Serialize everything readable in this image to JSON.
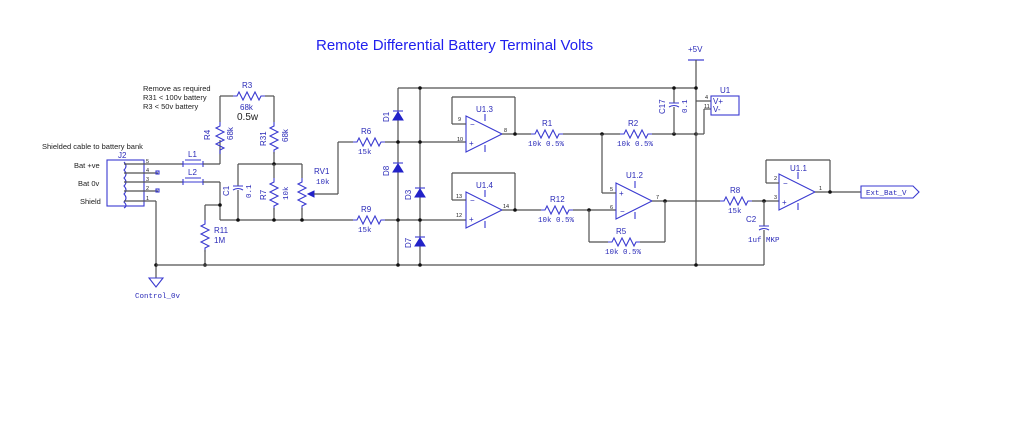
{
  "title": "Remote Differential Battery Terminal Volts",
  "notes": {
    "remove_header": "Remove as required",
    "remove_r31": "R31 < 100v battery",
    "remove_r3": "R3 < 50v battery",
    "cable": "Shielded cable to battery bank"
  },
  "connector": {
    "ref": "J2",
    "labels": [
      "Bat +ve",
      "Bat 0v",
      "Shield"
    ],
    "pins": [
      "5",
      "4",
      "3",
      "2",
      "1"
    ]
  },
  "inductors": [
    {
      "ref": "L1"
    },
    {
      "ref": "L2"
    }
  ],
  "resistors": {
    "R3": {
      "ref": "R3",
      "value": "68k",
      "extra": "0.5w"
    },
    "R4": {
      "ref": "R4",
      "value": "68k"
    },
    "R31": {
      "ref": "R31",
      "value": "68k"
    },
    "R7": {
      "ref": "R7",
      "value": "10k"
    },
    "R11": {
      "ref": "R11",
      "value": "1M"
    },
    "R6": {
      "ref": "R6",
      "value": "15k"
    },
    "R9": {
      "ref": "R9",
      "value": "15k"
    },
    "R1": {
      "ref": "R1",
      "value": "10k  0.5%"
    },
    "R2": {
      "ref": "R2",
      "value": "10k  0.5%"
    },
    "R12": {
      "ref": "R12",
      "value": "10k  0.5%"
    },
    "R5": {
      "ref": "R5",
      "value": "10k  0.5%"
    },
    "R8": {
      "ref": "R8",
      "value": "15k"
    }
  },
  "pot": {
    "ref": "RV1",
    "value": "10k"
  },
  "capacitors": {
    "C1": {
      "ref": "C1",
      "value": "0.1"
    },
    "C17": {
      "ref": "C17",
      "value": "0.1"
    },
    "C2": {
      "ref": "C2",
      "value": "1uf  MKP"
    }
  },
  "diodes": [
    "D1",
    "D8",
    "D3",
    "D7"
  ],
  "opamps": {
    "U13": {
      "ref": "U1.3",
      "pin_minus": "9",
      "pin_plus": "10",
      "pin_out": "8"
    },
    "U14": {
      "ref": "U1.4",
      "pin_minus": "13",
      "pin_plus": "12",
      "pin_out": "14"
    },
    "U12": {
      "ref": "U1.2",
      "pin_plus": "5",
      "pin_minus": "6",
      "pin_out": "7"
    },
    "U11": {
      "ref": "U1.1",
      "pin_minus": "2",
      "pin_plus": "3",
      "pin_out": "1"
    }
  },
  "power": {
    "supply_label": "+5V",
    "ic_ref": "U1",
    "vplus": "V+",
    "vminus": "V-",
    "pin4": "4",
    "pin11": "11"
  },
  "ground_label": "Control_0v",
  "output_port": "Ext_Bat_V"
}
